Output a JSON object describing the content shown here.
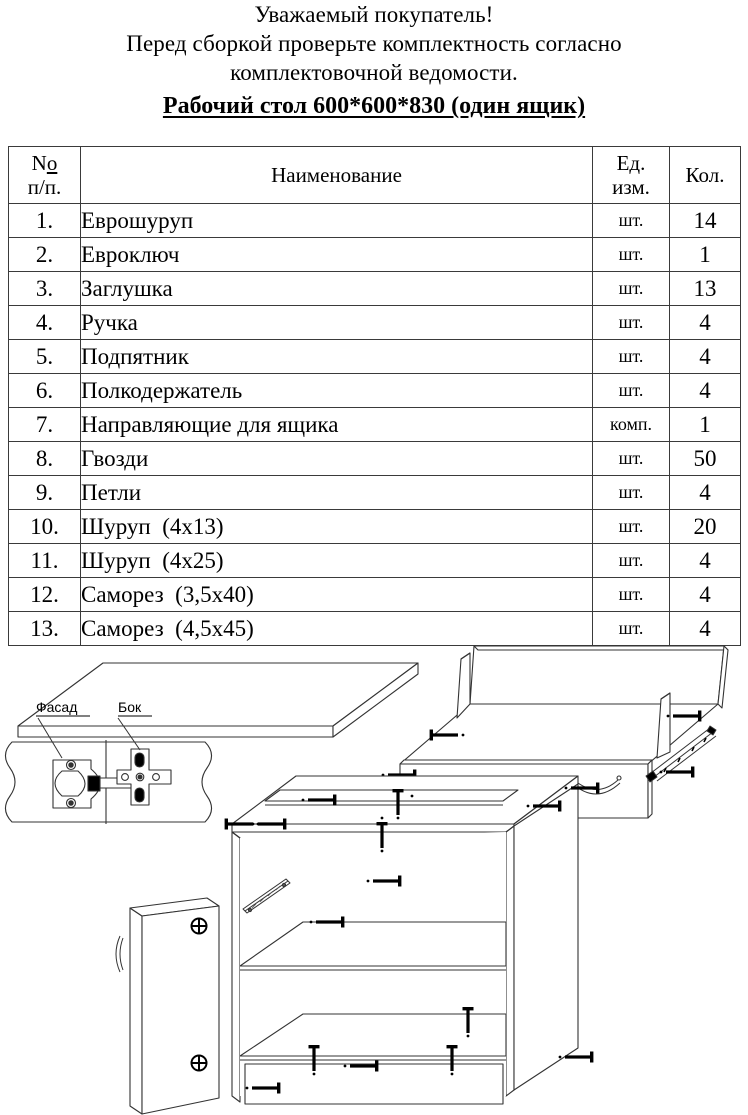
{
  "header": {
    "line1": "Уважаемый покупатель!",
    "line2": "Перед сборкой проверьте комплектность согласно",
    "line3": "комплектовочной ведомости.",
    "title": "Рабочий стол 600*600*830 (один ящик)"
  },
  "table": {
    "headers": {
      "no_top": "№",
      "no_bottom": "п/п.",
      "name": "Наименование",
      "unit_top": "Ед.",
      "unit_bottom": "изм.",
      "qty": "Кол."
    },
    "rows": [
      {
        "no": "1.",
        "name": "Еврошуруп",
        "unit": "шт.",
        "qty": "14"
      },
      {
        "no": "2.",
        "name": "Евроключ",
        "unit": "шт.",
        "qty": "1"
      },
      {
        "no": "3.",
        "name": "Заглушка",
        "unit": "шт.",
        "qty": "13"
      },
      {
        "no": "4.",
        "name": "Ручка",
        "unit": "шт.",
        "qty": "4"
      },
      {
        "no": "5.",
        "name": "Подпятник",
        "unit": "шт.",
        "qty": "4"
      },
      {
        "no": "6.",
        "name": "Полкодержатель",
        "unit": "шт.",
        "qty": "4"
      },
      {
        "no": "7.",
        "name": "Направляющие для ящика",
        "unit": "комп.",
        "qty": "1"
      },
      {
        "no": "8.",
        "name": "Гвозди",
        "unit": "шт.",
        "qty": "50"
      },
      {
        "no": "9.",
        "name": "Петли",
        "unit": "шт.",
        "qty": "4"
      },
      {
        "no": "10.",
        "name": "Шуруп  (4х13)",
        "unit": "шт.",
        "qty": "20"
      },
      {
        "no": "11.",
        "name": "Шуруп  (4х25)",
        "unit": "шт.",
        "qty": "4"
      },
      {
        "no": "12.",
        "name": "Саморез  (3,5х40)",
        "unit": "шт.",
        "qty": "4"
      },
      {
        "no": "13.",
        "name": "Саморез  (4,5х45)",
        "unit": "шт.",
        "qty": "4"
      }
    ]
  },
  "diagram": {
    "labels": {
      "facade": "Фасад",
      "side": "Бок"
    }
  }
}
